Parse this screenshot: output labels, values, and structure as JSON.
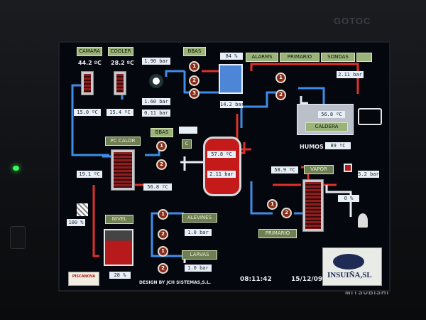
{
  "labels": {
    "camara": "CAMARA",
    "cooler": "COOLER",
    "bbas_top": "BBAS",
    "alarms": "ALARMS",
    "primario_top": "PRIMARIO",
    "sondas": "SONDAS",
    "caldera": "CALDERA",
    "humos": "HUMOS",
    "pc_calor": "PC CALOR",
    "bbas_mid": "BBAS",
    "vapor": "VAPOR",
    "nivel": "NIVEL",
    "alevines": "ALEVINES",
    "larvas": "LARVAS",
    "primario_bottom": "PRIMARIO",
    "design": "DESIGN BY JCH SISTEMAS,S.L.",
    "time": "08:11:42",
    "date": "15/12/09",
    "brand_top": "GOTOC",
    "brand_bottom": "MITSUBISHI",
    "logo": "INSUIÑA,SL",
    "company_logo": "PISCANOVA"
  },
  "values": {
    "camara_temp": "44.2 ºC",
    "cooler_temp": "28.2 ºC",
    "camara_low": "15.0 ºC",
    "cooler_low": "15.4 ºC",
    "press_top": "1.90 bar",
    "press_mid1": "1.60 bar",
    "press_mid2": "0.11 bar",
    "blue_tank": "84 %",
    "blue_tank_bar": "14.2 bar",
    "primario_press": "2.11 bar",
    "caldera_temp": "56.8 ºC",
    "humos_temp": "89 ºC",
    "small_c": "C",
    "small_box": "",
    "tank_temp": "57.8 ºC",
    "tank_press": "2.11 bar",
    "pc_left": "19.1 ºC",
    "pc_bottom": "56.8 ºC",
    "vapor_temp": "58.9 ºC",
    "vapor_press": "5.2 bar",
    "vapor_pct": "0 %",
    "nivel_pct": "100 %",
    "nivel_low": "28 %",
    "alevines_press": "1.0 bar",
    "larvas_press": "1.0 bar"
  },
  "pumps": {
    "p1": "1",
    "p2": "2",
    "p3": "3"
  },
  "colors": {
    "pipe_blue": "#3f8ce8",
    "pipe_red": "#e0302a",
    "pipe_white": "#e8ecf2"
  }
}
